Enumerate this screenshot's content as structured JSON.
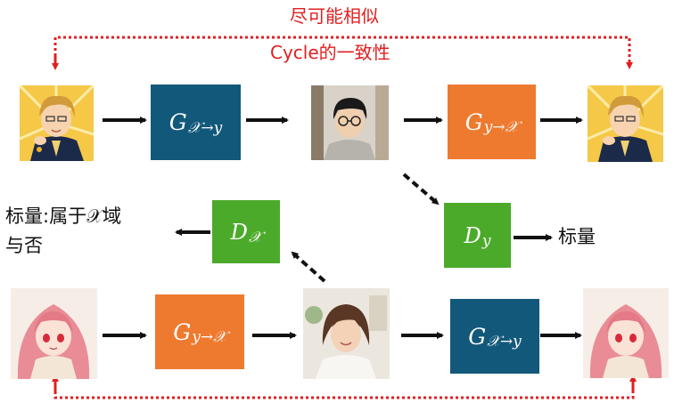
{
  "colors": {
    "generator_x_to_y": "#12587a",
    "generator_y_to_x": "#ee7a30",
    "discriminator": "#4caa2a",
    "similarity_arc": "#e02020",
    "arrow": "#111111"
  },
  "top_note": {
    "line1": "尽可能相似",
    "line2": "Cycle的一致性"
  },
  "generators": {
    "top_first": {
      "letter": "G",
      "sub": "𝒳→𝑦"
    },
    "top_second": {
      "letter": "G",
      "sub": "𝑦→𝒳"
    },
    "bottom_first": {
      "letter": "G",
      "sub": "𝑦→𝒳"
    },
    "bottom_second": {
      "letter": "G",
      "sub": "𝒳→𝑦"
    }
  },
  "discriminators": {
    "dx": {
      "letter": "D",
      "sub": "𝒳"
    },
    "dy": {
      "letter": "D",
      "sub": "𝑦"
    }
  },
  "outputs": {
    "dx_label_line1": "标量:属于𝒳域",
    "dx_label_line2": "与否",
    "dy_label": "标量"
  },
  "images": {
    "top_source": "anime-man-portrait",
    "top_middle": "real-man-with-glasses-photo",
    "top_reconstructed": "anime-man-portrait",
    "bottom_source": "anime-girl-portrait",
    "bottom_middle": "real-woman-photo",
    "bottom_reconstructed": "anime-girl-portrait"
  }
}
